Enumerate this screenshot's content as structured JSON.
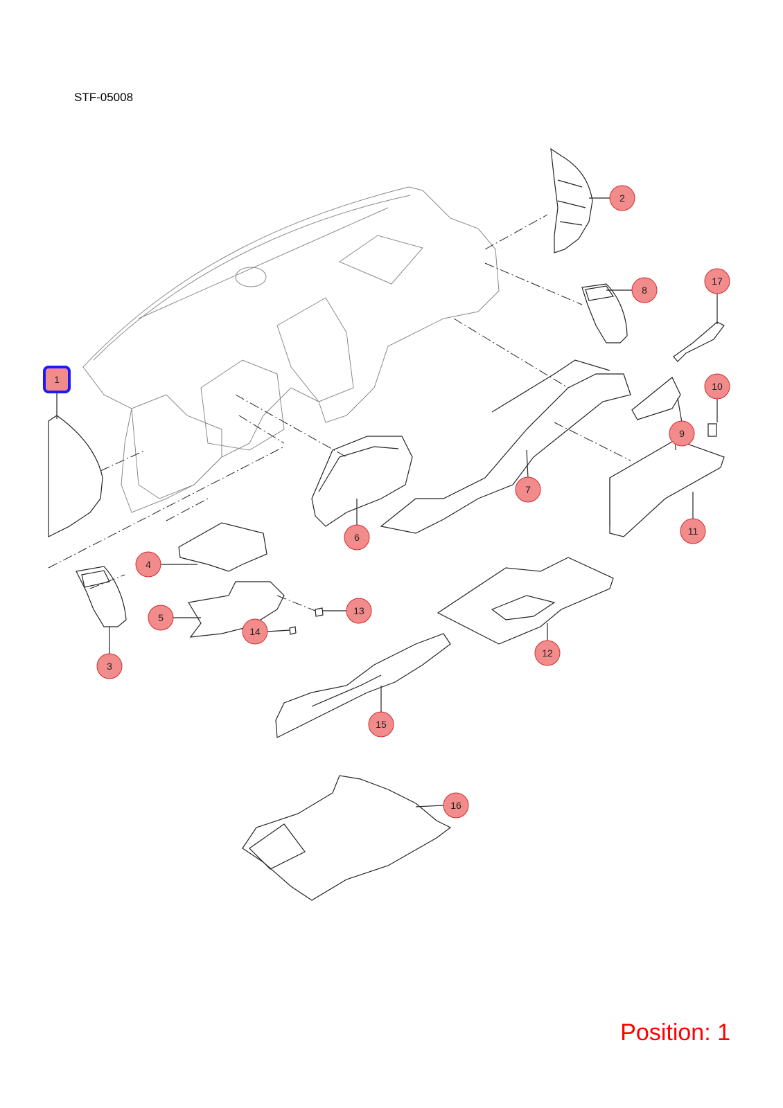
{
  "diagram_code": "STF-05008",
  "position_label": "Position: 1",
  "colors": {
    "callout_fill": "#f28b8b",
    "callout_stroke": "#d22b2b",
    "selected_stroke": "#1a1aff",
    "position_text": "#ff0000"
  },
  "selected_part": "1",
  "callouts": [
    {
      "id": "1",
      "label": "1"
    },
    {
      "id": "2",
      "label": "2"
    },
    {
      "id": "3",
      "label": "3"
    },
    {
      "id": "4",
      "label": "4"
    },
    {
      "id": "5",
      "label": "5"
    },
    {
      "id": "6",
      "label": "6"
    },
    {
      "id": "7",
      "label": "7"
    },
    {
      "id": "8",
      "label": "8"
    },
    {
      "id": "9",
      "label": "9"
    },
    {
      "id": "10",
      "label": "10"
    },
    {
      "id": "11",
      "label": "11"
    },
    {
      "id": "12",
      "label": "12"
    },
    {
      "id": "13",
      "label": "13"
    },
    {
      "id": "14",
      "label": "14"
    },
    {
      "id": "15",
      "label": "15"
    },
    {
      "id": "16",
      "label": "16"
    },
    {
      "id": "17",
      "label": "17"
    }
  ]
}
